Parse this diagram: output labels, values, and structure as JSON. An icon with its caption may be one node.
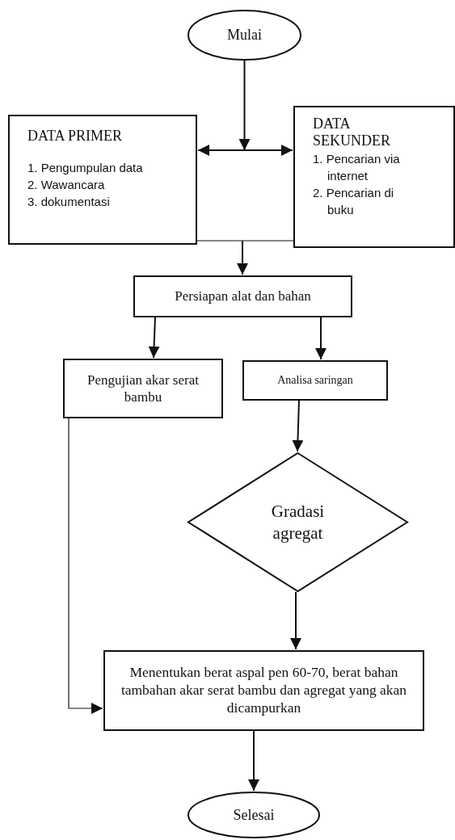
{
  "diagram": {
    "nodes": [
      {
        "text": [
          "Mulai"
        ]
      },
      {
        "text": [
          "DATA PRIMER",
          "1. Pengumpulan data",
          "2. Wawancara",
          "3. dokumentasi"
        ]
      },
      {
        "text": [
          "DATA SEKUNDER",
          "1. Pencarian via internet",
          "2. Pencarian di buku"
        ]
      },
      {
        "text": [
          "Persiapan alat dan bahan"
        ]
      },
      {
        "text": [
          "Pengujian akar serat bambu"
        ]
      },
      {
        "text": [
          "Analisa saringan"
        ]
      },
      {
        "text": [
          "Gradasi agregat"
        ]
      },
      {
        "text": [
          "Menentukan berat aspal pen 60-70, berat bahan tambahan akar serat bambu dan agregat yang akan dicampurkan"
        ]
      },
      {
        "text": [
          "Selesai"
        ]
      }
    ],
    "edges": [
      {
        "from": 0,
        "to": 1,
        "arrow": "to"
      },
      {
        "from": 0,
        "to": 2,
        "arrow": "to"
      },
      {
        "from": 1,
        "to": 3,
        "arrow": "to"
      },
      {
        "from": 2,
        "to": 3,
        "arrow": "to"
      },
      {
        "from": 3,
        "to": 4,
        "arrow": "to"
      },
      {
        "from": 3,
        "to": 5,
        "arrow": "to"
      },
      {
        "from": 5,
        "to": 6,
        "arrow": "to"
      },
      {
        "from": 6,
        "to": 7,
        "arrow": "to"
      },
      {
        "from": 4,
        "to": 7,
        "arrow": "to"
      },
      {
        "from": 7,
        "to": 8,
        "arrow": "to"
      }
    ]
  }
}
